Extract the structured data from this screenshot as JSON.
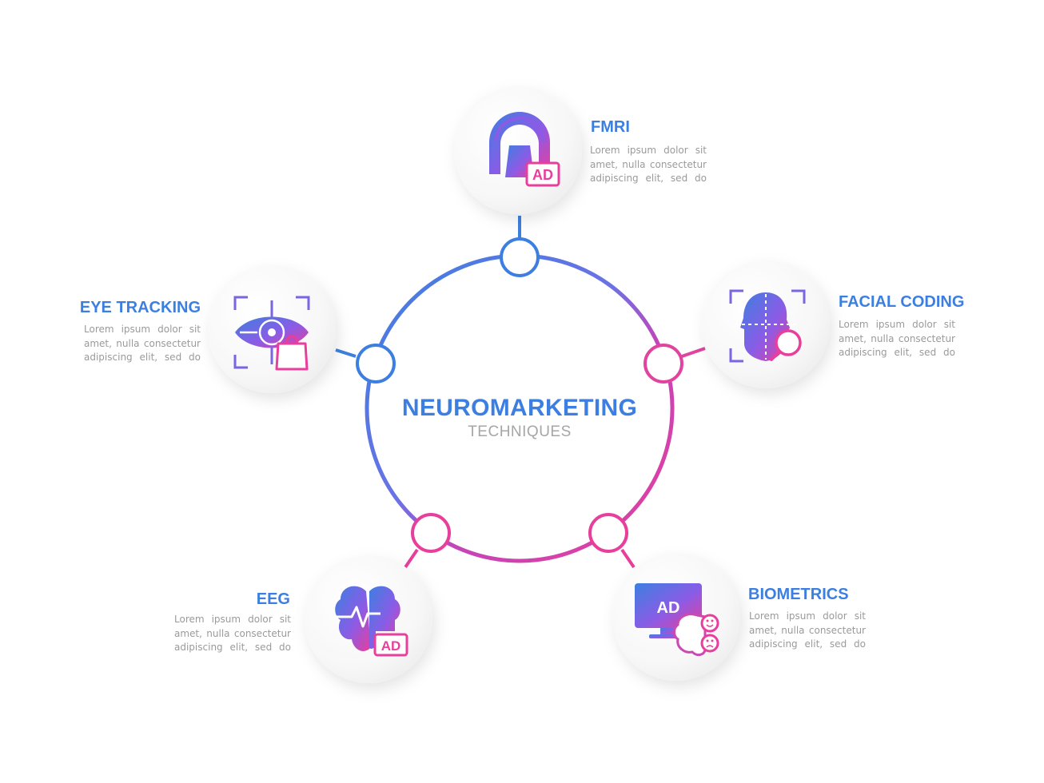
{
  "center": {
    "title": "NEUROMARKETING",
    "subtitle": "TECHNIQUES"
  },
  "colors": {
    "blue": "#3d7fe0",
    "pink": "#e83e9c",
    "purple": "#8a5ce6",
    "text_gray": "#9a9a9a",
    "circle_bg": "#f3f3f3"
  },
  "items": [
    {
      "id": "fmri",
      "title": "FMRI",
      "icon": "mri-scanner-ad-icon",
      "desc": [
        "Lorem ipsum dolor sit",
        "amet, nulla consectetur",
        "adipiscing elit, sed do"
      ]
    },
    {
      "id": "facial-coding",
      "title": "FACIAL CODING",
      "icon": "face-scan-magnifier-icon",
      "desc": [
        "Lorem ipsum dolor sit",
        "amet, nulla consectetur",
        "adipiscing elit, sed do"
      ]
    },
    {
      "id": "biometrics",
      "title": "BIOMETRICS",
      "icon": "monitor-ad-brain-emotions-icon",
      "desc": [
        "Lorem ipsum dolor sit",
        "amet, nulla consectetur",
        "adipiscing elit, sed do"
      ]
    },
    {
      "id": "eeg",
      "title": "EEG",
      "icon": "brain-wave-ad-icon",
      "desc": [
        "Lorem ipsum dolor sit",
        "amet, nulla consectetur",
        "adipiscing elit, sed do"
      ]
    },
    {
      "id": "eye-tracking",
      "title": "EYE TRACKING",
      "icon": "eye-target-shopping-bag-icon",
      "desc": [
        "Lorem ipsum dolor sit",
        "amet, nulla consectetur",
        "adipiscing elit, sed do"
      ]
    }
  ],
  "icon_text": {
    "ad_label": "AD"
  }
}
